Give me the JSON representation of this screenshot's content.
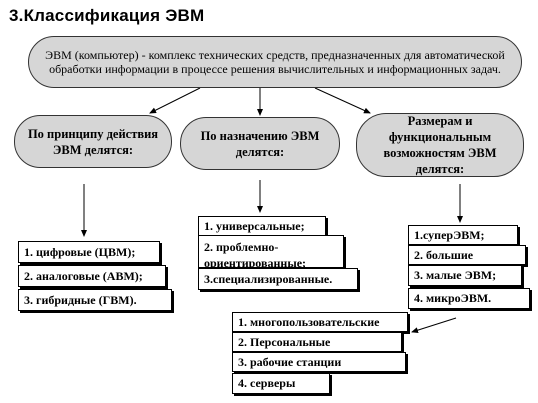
{
  "title": "3.Классификация ЭВМ",
  "definition": "ЭВМ (компьютер) - комплекс технических средств, предназначенных для автоматической обработки информации в процессе решения вычислительных и информационных задач.",
  "categories": [
    "По принципу действия ЭВМ делятся:",
    "По назначению ЭВМ делятся:",
    "Размерам и функциональным возможностям ЭВМ делятся:"
  ],
  "by_principle": [
    "1. цифровые (ЦВМ);",
    "2. аналоговые (АВМ);",
    "3. гибридные (ГВМ)."
  ],
  "by_purpose": [
    "1. универсальные;",
    "2. проблемно-ориентированные;",
    "3.специализированные."
  ],
  "by_size": [
    "1.суперЭВМ;",
    "2. большие",
    "3. малые ЭВМ;",
    "4. микроЭВМ."
  ],
  "micro_types": [
    "1. многопользовательские",
    "2. Персональные",
    "3. рабочие станции",
    "4. серверы"
  ],
  "colors": {
    "oval_fill": "#d6d6d6",
    "border": "#000000",
    "background": "#ffffff"
  }
}
